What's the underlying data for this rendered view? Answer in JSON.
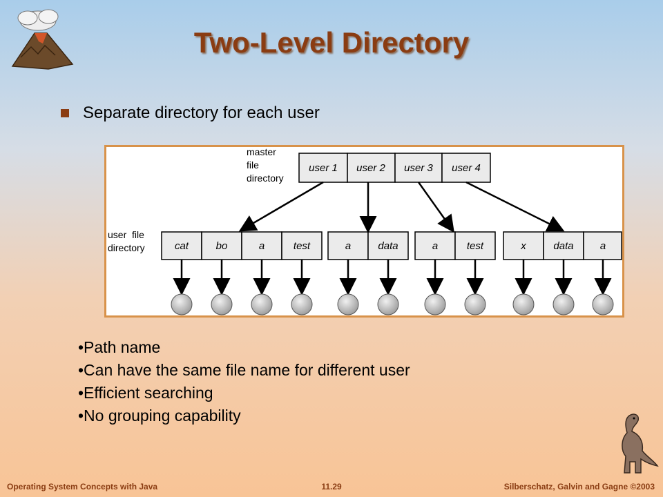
{
  "slide": {
    "title": "Two-Level Directory",
    "main_bullet": "Separate directory for each user",
    "sub_bullets": [
      "•Path name",
      "•Can have the same file name for different user",
      "•Efficient searching",
      "•No grouping capability"
    ]
  },
  "diagram": {
    "mfd_label": [
      "master",
      "file",
      "directory"
    ],
    "ufd_label": [
      "user  file",
      "directory"
    ],
    "users": [
      "user 1",
      "user 2",
      "user 3",
      "user 4"
    ],
    "user_dirs": [
      [
        "cat",
        "bo",
        "a",
        "test"
      ],
      [
        "a",
        "data"
      ],
      [
        "a",
        "test"
      ],
      [
        "x",
        "data",
        "a"
      ]
    ]
  },
  "footer": {
    "left": "Operating System Concepts with Java",
    "center": "11.29",
    "right": "Silberschatz, Galvin and Gagne ©2003"
  }
}
